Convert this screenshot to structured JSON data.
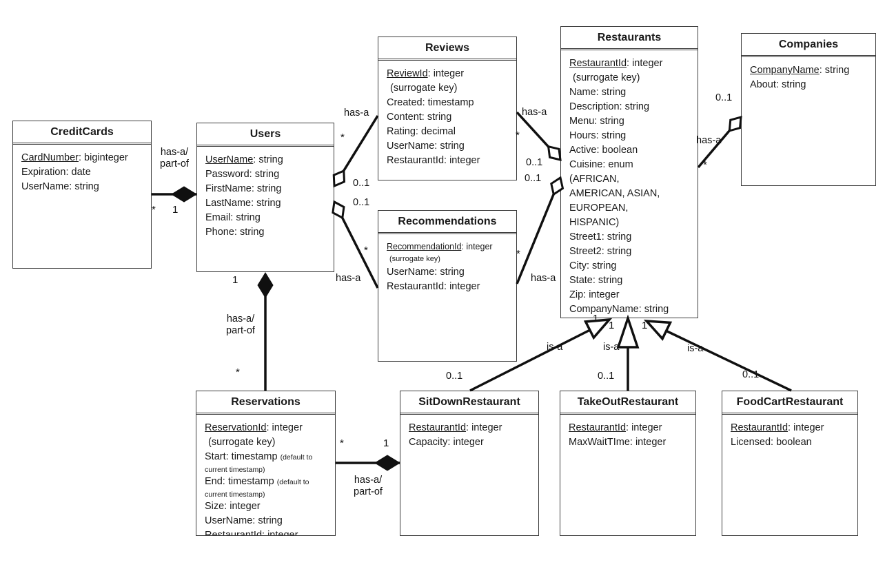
{
  "entities": {
    "creditcards": {
      "title": "CreditCards",
      "rows": [
        {
          "seg": [
            {
              "t": "CardNumber",
              "c": "u"
            },
            {
              "t": ": biginteger"
            }
          ]
        },
        {
          "seg": [
            {
              "t": "Expiration: date"
            }
          ]
        },
        {
          "seg": [
            {
              "t": "UserName: string"
            }
          ]
        }
      ]
    },
    "users": {
      "title": "Users",
      "rows": [
        {
          "seg": [
            {
              "t": "UserName",
              "c": "u"
            },
            {
              "t": ": string"
            }
          ]
        },
        {
          "seg": [
            {
              "t": "Password: string"
            }
          ]
        },
        {
          "seg": [
            {
              "t": "FirstName: string"
            }
          ]
        },
        {
          "seg": [
            {
              "t": "LastName: string"
            }
          ]
        },
        {
          "seg": [
            {
              "t": "Email: string"
            }
          ]
        },
        {
          "seg": [
            {
              "t": "Phone: string"
            }
          ]
        }
      ]
    },
    "reviews": {
      "title": "Reviews",
      "rows": [
        {
          "seg": [
            {
              "t": "ReviewId",
              "c": "u"
            },
            {
              "t": ": integer"
            }
          ]
        },
        {
          "c": "ind",
          "seg": [
            {
              "t": "(surrogate key)"
            }
          ]
        },
        {
          "seg": [
            {
              "t": "Created: timestamp"
            }
          ]
        },
        {
          "seg": [
            {
              "t": "Content: string"
            }
          ]
        },
        {
          "seg": [
            {
              "t": "Rating: decimal"
            }
          ]
        },
        {
          "seg": [
            {
              "t": "UserName: string"
            }
          ]
        },
        {
          "seg": [
            {
              "t": "RestaurantId: integer"
            }
          ]
        }
      ]
    },
    "recommendations": {
      "title": "Recommendations",
      "rows": [
        {
          "c": "sm1",
          "seg": [
            {
              "t": "RecommendationId",
              "c": "u"
            },
            {
              "t": ": integer"
            }
          ]
        },
        {
          "c": "sm2",
          "seg": [
            {
              "t": "(surrogate key)"
            }
          ]
        },
        {
          "seg": [
            {
              "t": "UserName: string"
            }
          ]
        },
        {
          "seg": [
            {
              "t": "RestaurantId: integer"
            }
          ]
        }
      ]
    },
    "restaurants": {
      "title": "Restaurants",
      "rows": [
        {
          "seg": [
            {
              "t": "RestaurantId",
              "c": "u"
            },
            {
              "t": ": integer"
            }
          ]
        },
        {
          "c": "ind",
          "seg": [
            {
              "t": "(surrogate key)"
            }
          ]
        },
        {
          "seg": [
            {
              "t": "Name: string"
            }
          ]
        },
        {
          "seg": [
            {
              "t": "Description: string"
            }
          ]
        },
        {
          "seg": [
            {
              "t": "Menu: string"
            }
          ]
        },
        {
          "seg": [
            {
              "t": "Hours: string"
            }
          ]
        },
        {
          "seg": [
            {
              "t": "Active: boolean"
            }
          ]
        },
        {
          "seg": [
            {
              "t": "Cuisine: enum"
            }
          ]
        },
        {
          "seg": [
            {
              "t": "(AFRICAN,"
            }
          ]
        },
        {
          "seg": [
            {
              "t": "AMERICAN, ASIAN,"
            }
          ]
        },
        {
          "seg": [
            {
              "t": "EUROPEAN,"
            }
          ]
        },
        {
          "seg": [
            {
              "t": "HISPANIC)"
            }
          ]
        },
        {
          "seg": [
            {
              "t": "Street1: string"
            }
          ]
        },
        {
          "seg": [
            {
              "t": "Street2: string"
            }
          ]
        },
        {
          "seg": [
            {
              "t": "City: string"
            }
          ]
        },
        {
          "seg": [
            {
              "t": "State: string"
            }
          ]
        },
        {
          "seg": [
            {
              "t": "Zip: integer"
            }
          ]
        },
        {
          "seg": [
            {
              "t": "CompanyName: string"
            }
          ]
        }
      ]
    },
    "companies": {
      "title": "Companies",
      "rows": [
        {
          "seg": [
            {
              "t": "CompanyName",
              "c": "u"
            },
            {
              "t": ": string"
            }
          ]
        },
        {
          "seg": [
            {
              "t": "About: string"
            }
          ]
        }
      ]
    },
    "reservations": {
      "title": "Reservations",
      "rows": [
        {
          "seg": [
            {
              "t": "ReservationId",
              "c": "u"
            },
            {
              "t": ": integer"
            }
          ]
        },
        {
          "c": "ind",
          "seg": [
            {
              "t": "(surrogate key)"
            }
          ]
        },
        {
          "seg": [
            {
              "t": "Start: timestamp "
            },
            {
              "t": "(default to",
              "c": "xs"
            }
          ]
        },
        {
          "c": "xsr",
          "seg": [
            {
              "t": "current timestamp)"
            }
          ]
        },
        {
          "seg": [
            {
              "t": "End: timestamp "
            },
            {
              "t": "(default to",
              "c": "xs"
            }
          ]
        },
        {
          "c": "xsr",
          "seg": [
            {
              "t": "current timestamp)"
            }
          ]
        },
        {
          "seg": [
            {
              "t": "Size: integer"
            }
          ]
        },
        {
          "seg": [
            {
              "t": "UserName: string"
            }
          ]
        },
        {
          "seg": [
            {
              "t": "RestaurantId: integer"
            }
          ]
        }
      ]
    },
    "sitdown": {
      "title": "SitDownRestaurant",
      "rows": [
        {
          "seg": [
            {
              "t": "RestaurantId",
              "c": "u"
            },
            {
              "t": ": integer"
            }
          ]
        },
        {
          "seg": [
            {
              "t": "Capacity: integer"
            }
          ]
        }
      ]
    },
    "takeout": {
      "title": "TakeOutRestaurant",
      "rows": [
        {
          "seg": [
            {
              "t": "RestaurantId",
              "c": "u"
            },
            {
              "t": ": integer"
            }
          ]
        },
        {
          "seg": [
            {
              "t": "MaxWaitTIme: integer"
            }
          ]
        }
      ]
    },
    "foodcart": {
      "title": "FoodCartRestaurant",
      "rows": [
        {
          "seg": [
            {
              "t": "RestaurantId",
              "c": "u"
            },
            {
              "t": ": integer"
            }
          ]
        },
        {
          "seg": [
            {
              "t": "Licensed: boolean"
            }
          ]
        }
      ]
    }
  },
  "relations": {
    "cc_users": {
      "label": "has-a/\npart-of",
      "many": "*",
      "one": "1"
    },
    "users_reviews": {
      "label": "has-a",
      "many": "*",
      "opt": "0..1"
    },
    "users_recs": {
      "label": "has-a",
      "many": "*",
      "opt": "0..1"
    },
    "users_resv": {
      "label": "has-a/\npart-of",
      "one": "1",
      "many": "*"
    },
    "reviews_rest": {
      "label": "has-a",
      "many": "*",
      "opt": "0..1"
    },
    "recs_rest": {
      "label": "has-a",
      "many": "*",
      "opt": "0..1"
    },
    "rest_companies": {
      "label": "has-a",
      "many": "*",
      "opt": "0..1"
    },
    "resv_sitdown": {
      "label": "has-a/\npart-of",
      "many": "*",
      "one": "1"
    },
    "isa_sitdown": {
      "label": "is-a",
      "one": "1",
      "opt": "0..1"
    },
    "isa_takeout": {
      "label": "is-a",
      "one": "1",
      "opt": "0..1"
    },
    "isa_foodcart": {
      "label": "is-a",
      "one": "1",
      "opt": "0..1"
    }
  },
  "colors": {
    "line": "#101010",
    "border": "#3c3c3c",
    "background": "#ffffff",
    "text": "#1a1a1a"
  }
}
